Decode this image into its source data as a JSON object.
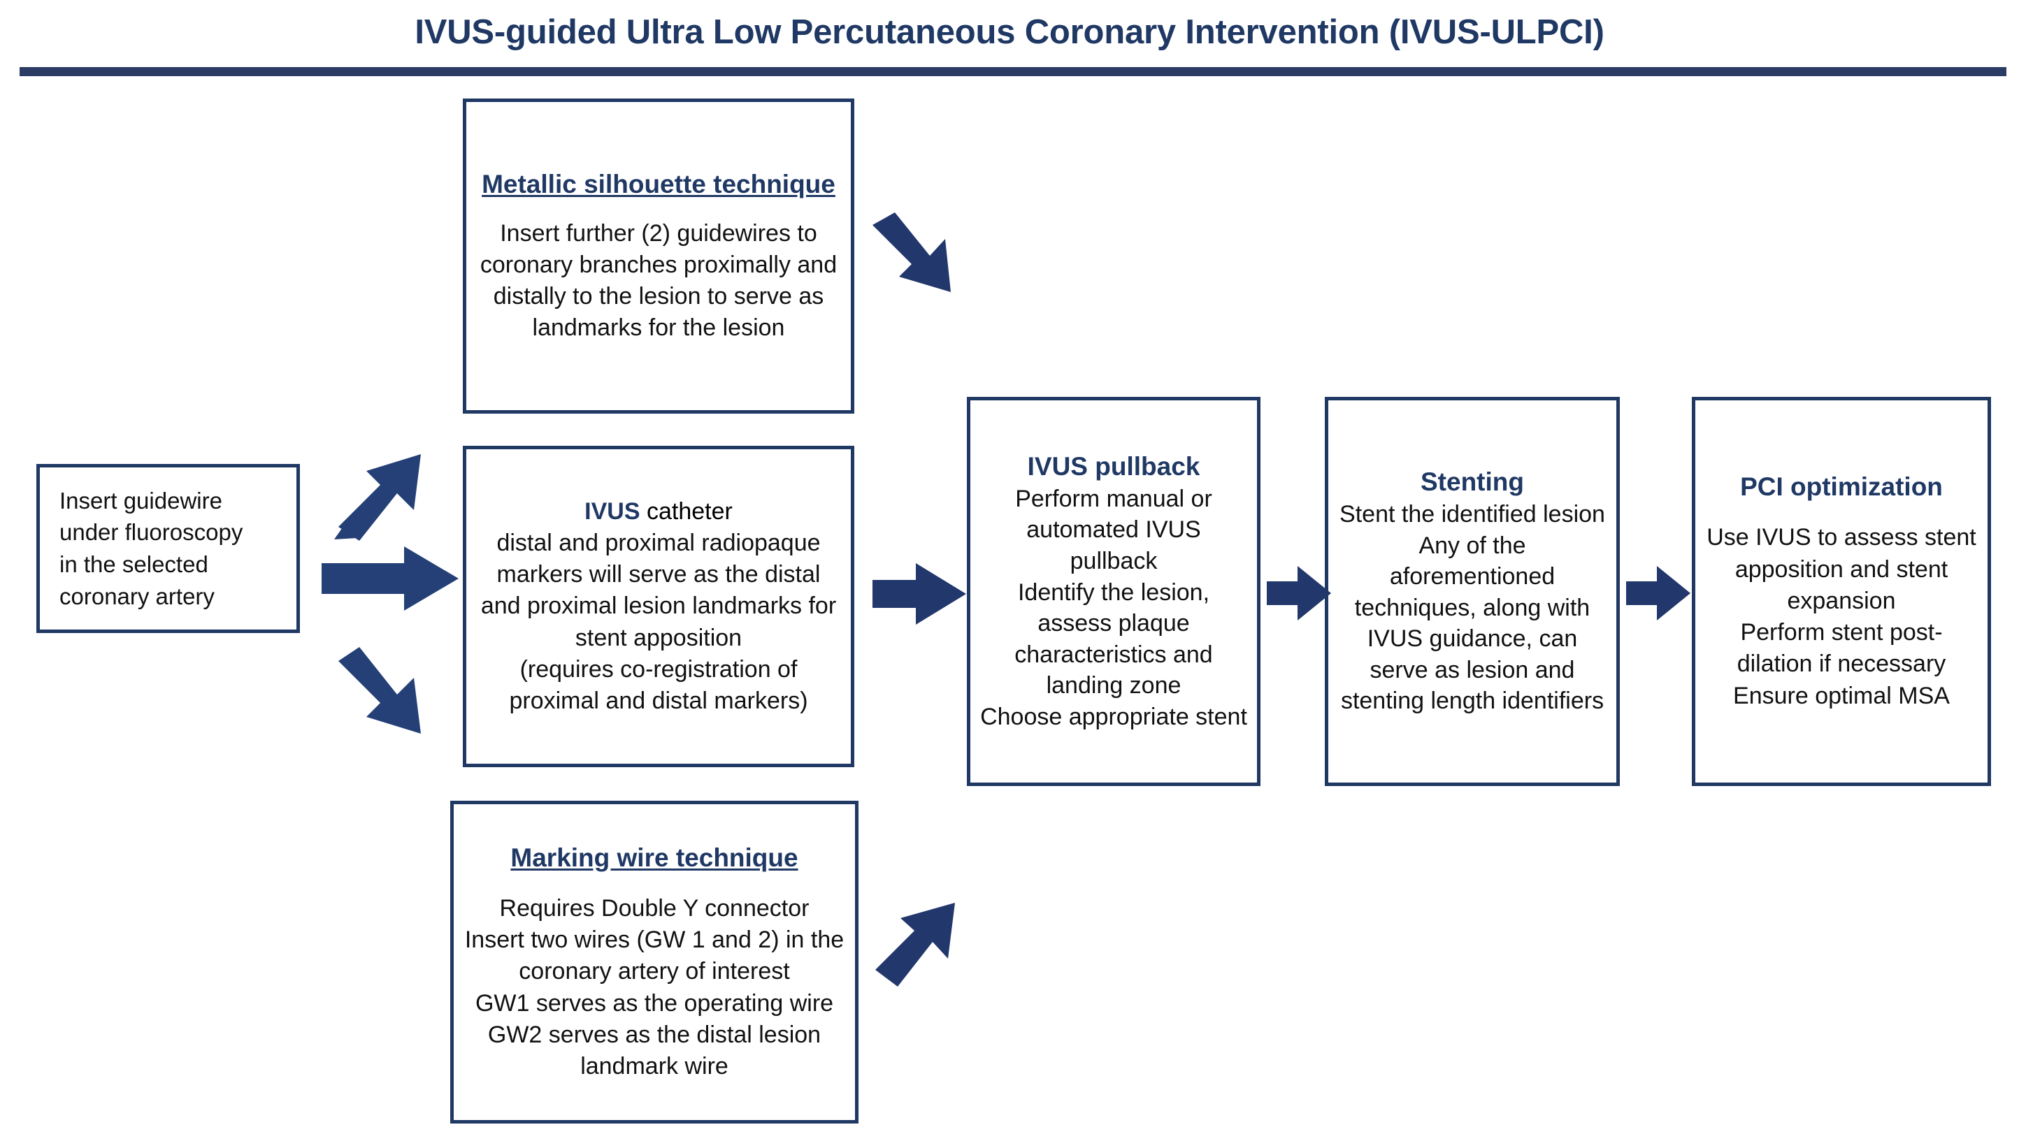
{
  "title": {
    "text": "IVUS-guided Ultra Low Percutaneous Coronary Intervention (IVUS-ULPCI)"
  },
  "colors": {
    "navy_border": "#203864",
    "navy_text": "#1F3864",
    "arrow_fill": "#244076",
    "rule": "#2A3C63",
    "body_text": "#111111",
    "background": "#FFFFFF"
  },
  "nodes": {
    "start": {
      "body": "Insert guidewire\nunder fluoroscopy\nin the selected\ncoronary artery"
    },
    "metallic": {
      "heading": "Metallic silhouette technique",
      "body": "Insert further (2) guidewires to coronary branches proximally and distally to the lesion to serve as landmarks for the lesion"
    },
    "ivus_catheter": {
      "lead_bold": "IVUS",
      "lead_rest": " catheter",
      "body": "distal and proximal radiopaque markers will serve as the distal and proximal lesion landmarks for stent apposition\n(requires co-registration of proximal and distal markers)"
    },
    "marking": {
      "heading": "Marking  wire technique",
      "body": "Requires Double Y connector\nInsert two wires (GW 1 and 2) in the coronary artery of interest\nGW1 serves as the operating wire\nGW2 serves as the distal lesion landmark wire"
    },
    "pullback": {
      "heading": "IVUS pullback",
      "body": "Perform manual or automated IVUS pullback\nIdentify the lesion, assess plaque characteristics and landing zone\nChoose appropriate stent"
    },
    "stenting": {
      "heading": "Stenting",
      "body": "Stent the identified lesion\nAny of the aforementioned techniques, along with IVUS guidance, can serve as lesion and stenting length identifiers"
    },
    "pci": {
      "heading": "PCI optimization",
      "body": "Use IVUS to assess stent apposition and stent expansion\nPerform stent post-dilation if necessary\nEnsure optimal MSA"
    }
  },
  "arrows": [
    {
      "name": "arrow-start-to-metallic",
      "direction": "up-right"
    },
    {
      "name": "arrow-start-to-ivus-catheter",
      "direction": "right"
    },
    {
      "name": "arrow-start-to-marking",
      "direction": "down-right"
    },
    {
      "name": "arrow-metallic-to-pullback",
      "direction": "down-right"
    },
    {
      "name": "arrow-ivus-catheter-to-pullback",
      "direction": "right"
    },
    {
      "name": "arrow-marking-to-pullback",
      "direction": "up-right"
    },
    {
      "name": "arrow-pullback-to-stenting",
      "direction": "right"
    },
    {
      "name": "arrow-stenting-to-pci",
      "direction": "right"
    }
  ]
}
